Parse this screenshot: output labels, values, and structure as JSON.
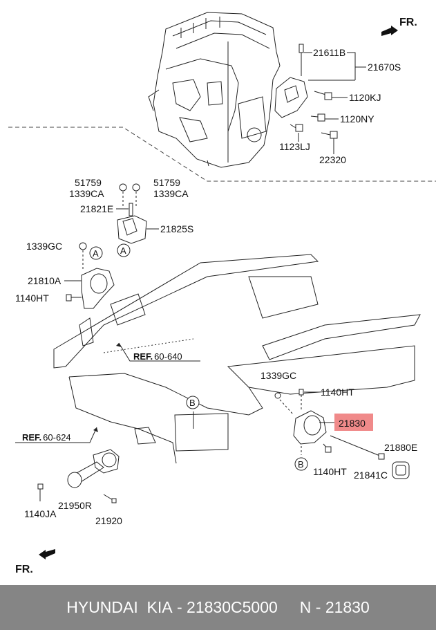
{
  "direction": {
    "top": "FR.",
    "bottom": "FR."
  },
  "refs": {
    "ref1_prefix": "REF.",
    "ref1_num": "60-640",
    "ref2_prefix": "REF.",
    "ref2_num": "60-624"
  },
  "callouts": {
    "a1": "A",
    "a2": "A",
    "b1": "B",
    "b2": "B"
  },
  "labels": {
    "p21611B": "21611B",
    "p21670S": "21670S",
    "p1120KJ": "1120KJ",
    "p1120NY": "1120NY",
    "p1123LJ": "1123LJ",
    "p22320": "22320",
    "p51759_left": "51759",
    "p1339CA_left": "1339CA",
    "p51759_right": "51759",
    "p1339CA_right": "1339CA",
    "p21821E": "21821E",
    "p21825S": "21825S",
    "p1339GC_left": "1339GC",
    "p21810A": "21810A",
    "p1140HT_left": "1140HT",
    "p1339GC_right": "1339GC",
    "p1140HT_top": "1140HT",
    "p21830": "21830",
    "p1140HT_bottom": "1140HT",
    "p21841C": "21841C",
    "p21880E": "21880E",
    "p1140JA": "1140JA",
    "p21950R": "21950R",
    "p21920": "21920"
  },
  "highlight_color": "#f08a8a",
  "footer": {
    "brand": "HYUNDAI  KIA",
    "sep1": " - ",
    "part_no": "21830C5000",
    "gap": "     ",
    "n_label": "N",
    "sep2": " - ",
    "n_value": "21830"
  }
}
